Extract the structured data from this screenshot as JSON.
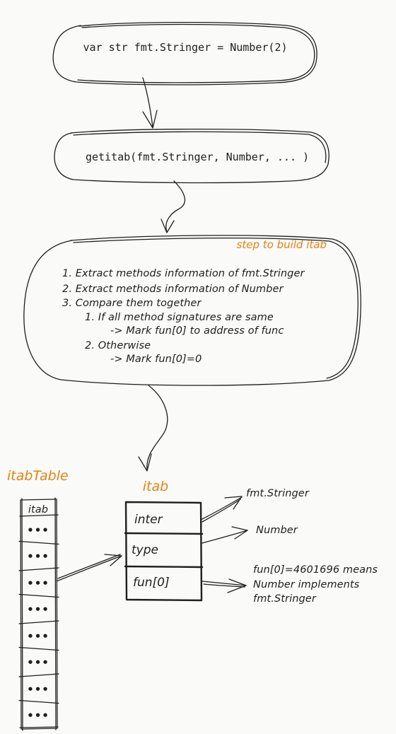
{
  "nodes": {
    "declaration": {
      "text": "var str fmt.Stringer = Number(2)"
    },
    "getitab": {
      "text": "getitab(fmt.Stringer, Number, ... )"
    },
    "steps": {
      "title": "step to build itab",
      "lines": [
        "1. Extract methods information of fmt.Stringer",
        "2. Extract methods information of Number",
        "3. Compare them together",
        "1. If all method signatures are same",
        "-> Mark fun[0] to address of func",
        "2. Otherwise",
        "-> Mark fun[0]=0"
      ]
    }
  },
  "itab_table": {
    "title": "itabTable",
    "header": "itab",
    "cells": [
      "•••",
      "•••",
      "•••",
      "•••",
      "•••",
      "•••",
      "•••",
      "•••"
    ]
  },
  "itab": {
    "title": "itab",
    "fields": [
      "inter",
      "type",
      "fun[0]"
    ]
  },
  "targets": {
    "inter": "fmt.Stringer",
    "type": "Number",
    "fun": [
      "fun[0]=4601696 means",
      "Number implements",
      "fmt.Stringer"
    ]
  },
  "colors": {
    "ink": "#1e1e1e",
    "accent": "#e8810c",
    "background": "#fafaf9"
  }
}
